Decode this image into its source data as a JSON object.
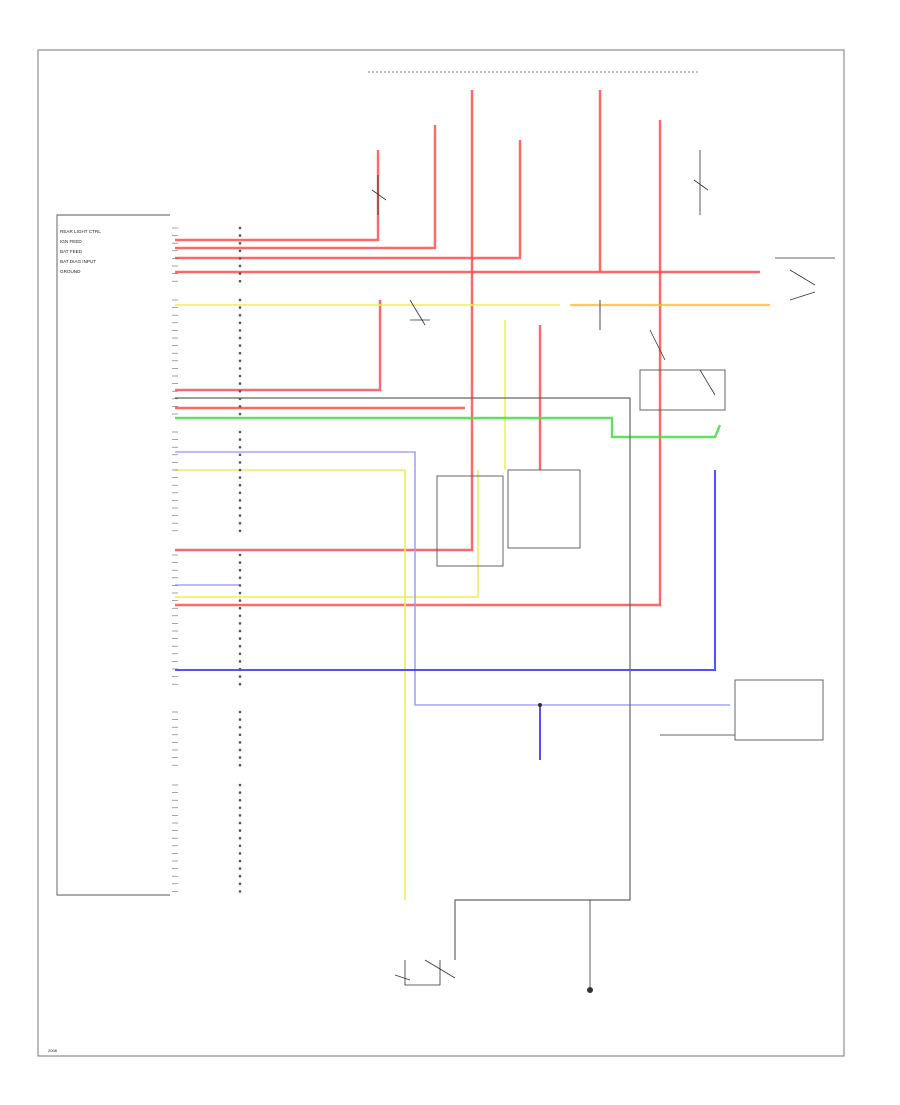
{
  "diagram": {
    "ecm_left_labels": [
      "REAR LIGHT CTRL",
      "IGN FEED",
      "BAT FEED",
      "BAT DIAG INPUT",
      "GROUND"
    ],
    "footer_code": "2008"
  }
}
